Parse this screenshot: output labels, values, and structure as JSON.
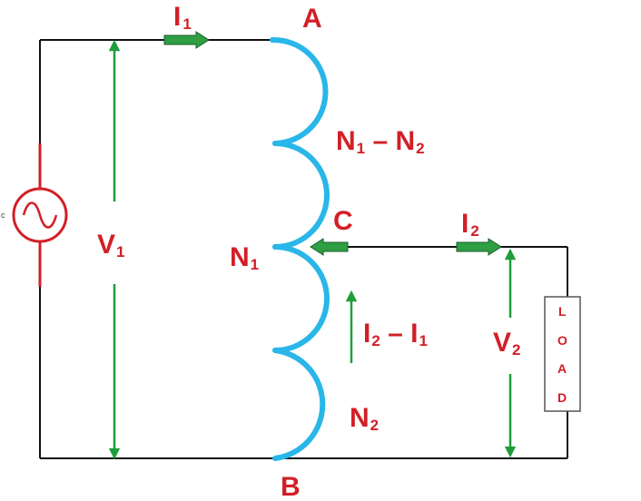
{
  "labels": {
    "node_a": "A",
    "node_b": "B",
    "node_c": "C",
    "i1": {
      "main": "I",
      "sub": "1"
    },
    "i2": {
      "main": "I",
      "sub": "2"
    },
    "v1": {
      "main": "V",
      "sub": "1"
    },
    "v2": {
      "main": "V",
      "sub": "2"
    },
    "n1": {
      "main": "N",
      "sub": "1"
    },
    "n2": {
      "main": "N",
      "sub": "2"
    },
    "n1_minus_n2": {
      "a": "N",
      "a_sub": "1",
      "op": " – ",
      "b": "N",
      "b_sub": "2"
    },
    "i2_minus_i1": {
      "a": "I",
      "a_sub": "2",
      "op": " – ",
      "b": "I",
      "b_sub": "1"
    },
    "load_letters": [
      "L",
      "O",
      "A",
      "D"
    ],
    "source_tag": "c"
  },
  "colors": {
    "wire": "#111111",
    "coil": "#29b6e8",
    "label": "#d21f26",
    "arrow_fill": "#2f9e44",
    "voltage_arrow": "#1e9e3a",
    "source": "#d21f26"
  }
}
